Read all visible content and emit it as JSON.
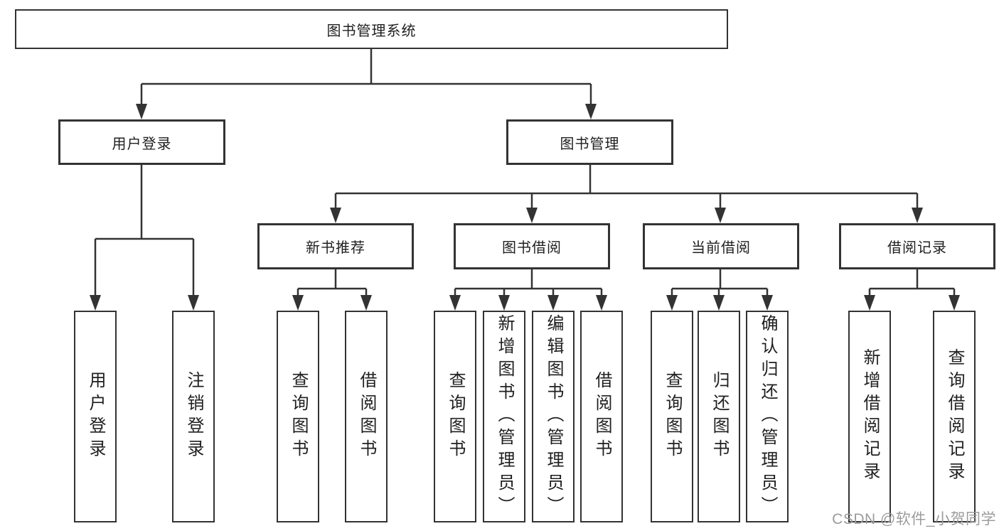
{
  "diagram": {
    "type": "hierarchy-chart",
    "colors": {
      "line": "#333333",
      "box_border": "#333333",
      "box_background": "#ffffff",
      "text": "#1f1f1f",
      "watermark_text": "#9c9c9c"
    },
    "tree": {
      "label": "图书管理系统",
      "children": [
        {
          "label": "用户登录",
          "children": [
            {
              "label": "用户登录"
            },
            {
              "label": "注销登录"
            }
          ]
        },
        {
          "label": "图书管理",
          "children": [
            {
              "label": "新书推荐",
              "children": [
                {
                  "label": "查询图书"
                },
                {
                  "label": "借阅图书"
                }
              ]
            },
            {
              "label": "图书借阅",
              "children": [
                {
                  "label": "查询图书"
                },
                {
                  "label": "新增图书（管理员）"
                },
                {
                  "label": "编辑图书（管理员）"
                },
                {
                  "label": "借阅图书"
                }
              ]
            },
            {
              "label": "当前借阅",
              "children": [
                {
                  "label": "查询图书"
                },
                {
                  "label": "归还图书"
                },
                {
                  "label": "确认归还（管理员）"
                }
              ]
            },
            {
              "label": "借阅记录",
              "children": [
                {
                  "label": "新增借阅记录"
                },
                {
                  "label": "查询借阅记录"
                }
              ]
            }
          ]
        }
      ]
    },
    "watermark": {
      "text": "CSDN @软件_小贺同学"
    }
  }
}
